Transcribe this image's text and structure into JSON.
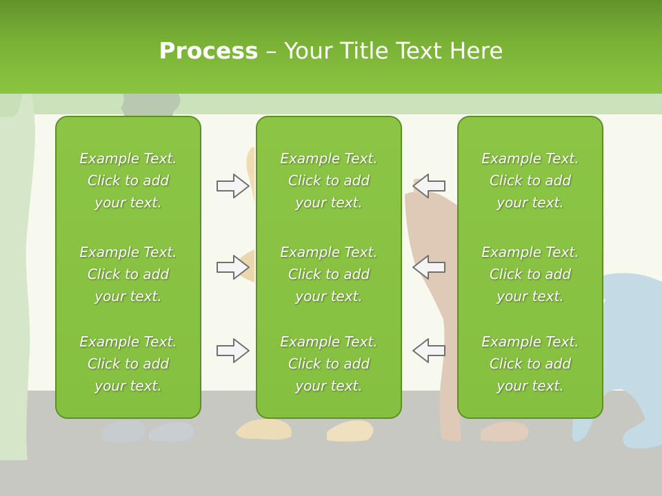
{
  "title": {
    "bold": "Process",
    "rest": " – Your Title Text Here"
  },
  "panels": [
    {
      "blocks": [
        {
          "lines": [
            "Example Text.",
            "Click  to add",
            "your text."
          ]
        },
        {
          "lines": [
            "Example Text.",
            "Click  to add",
            "your text."
          ]
        },
        {
          "lines": [
            "Example Text.",
            "Click  to add",
            "your text."
          ]
        }
      ]
    },
    {
      "blocks": [
        {
          "lines": [
            "Example Text.",
            "Click  to add",
            "your text."
          ]
        },
        {
          "lines": [
            "Example Text.",
            "Click  to add",
            "your text."
          ]
        },
        {
          "lines": [
            "Example Text.",
            "Click  to add",
            "your text."
          ]
        }
      ]
    },
    {
      "blocks": [
        {
          "lines": [
            "Example Text.",
            "Click  to add",
            "your text."
          ]
        },
        {
          "lines": [
            "Example Text.",
            "Click  to add",
            "your text."
          ]
        },
        {
          "lines": [
            "Example Text.",
            "Click  to add",
            "your text."
          ]
        }
      ]
    }
  ],
  "colors": {
    "header_green": "#7bb239",
    "panel_green": "#89c341",
    "panel_border": "#5e8f26",
    "text": "#ffffff",
    "arrow_fill": "#f4f4f4",
    "arrow_stroke": "#6f6f6f"
  },
  "icons": {
    "arrows_left_column": [
      "arrow-right-icon",
      "arrow-right-icon",
      "arrow-right-icon"
    ],
    "arrows_right_column": [
      "arrow-left-icon",
      "arrow-left-icon",
      "arrow-left-icon"
    ]
  }
}
